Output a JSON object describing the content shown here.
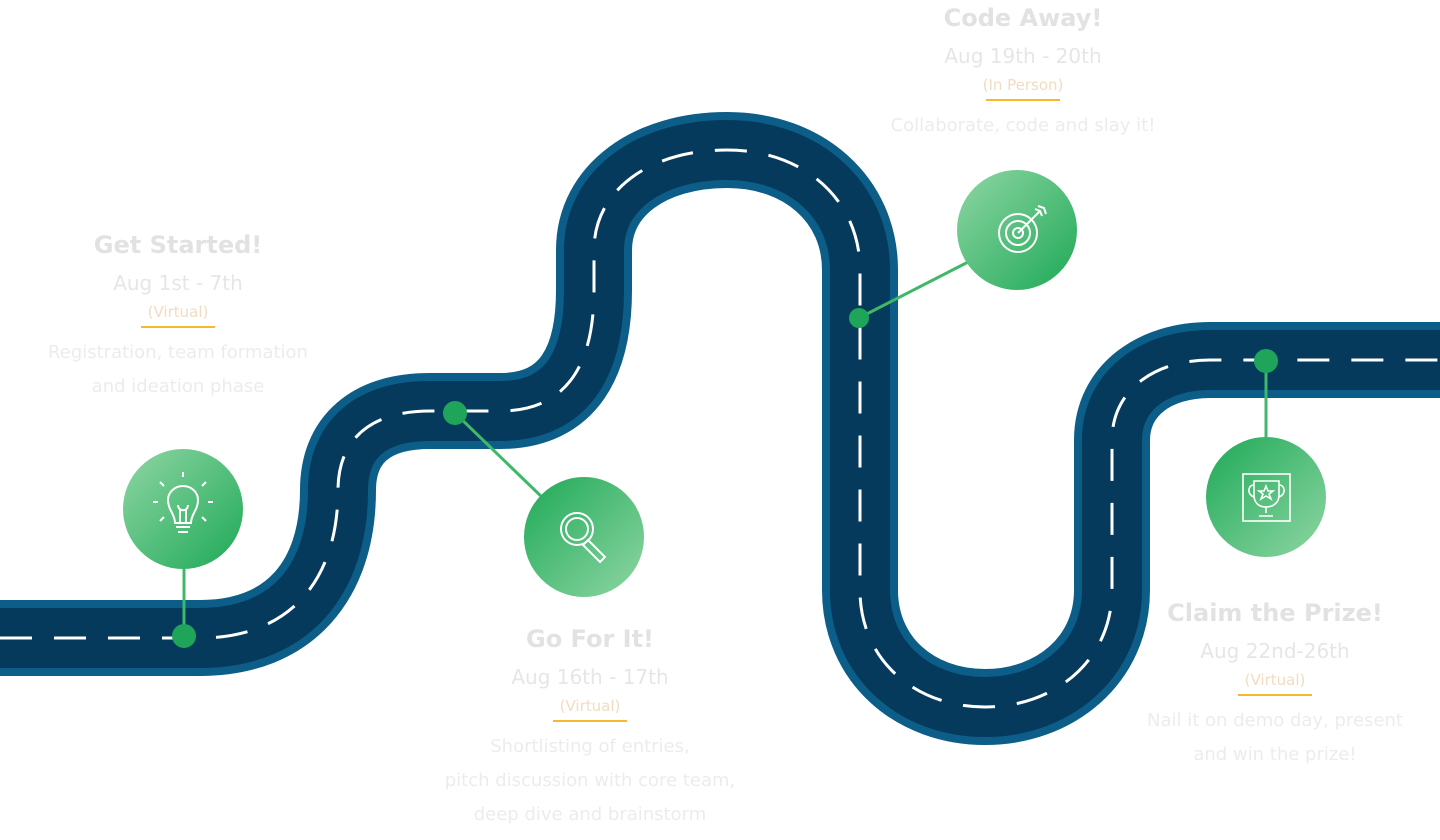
{
  "stages": [
    {
      "title": "Get Started!",
      "date": "Aug 1st - 7th",
      "mode": "(Virtual)",
      "desc": "Registration, team formation\nand ideation phase",
      "icon": "lightbulb-icon"
    },
    {
      "title": "Go For It!",
      "date": "Aug 16th - 17th",
      "mode": "(Virtual)",
      "desc": "Shortlisting of entries,\npitch discussion with core team,\ndeep dive and brainstorm",
      "icon": "magnifier-icon"
    },
    {
      "title": "Code Away!",
      "date": "Aug 19th - 20th",
      "mode": "(In Person)",
      "desc": "Collaborate, code and slay it!",
      "icon": "target-icon"
    },
    {
      "title": "Claim the Prize!",
      "date": "Aug 22nd-26th",
      "mode": "(Virtual)",
      "desc": "Nail it on demo day, present\nand win the prize!",
      "icon": "trophy-icon"
    }
  ],
  "colors": {
    "road_edge": "#0c5d87",
    "road": "#053a5c",
    "dash": "#ffffff",
    "marker": "#1fa55a",
    "accent": "#f5b82e"
  }
}
